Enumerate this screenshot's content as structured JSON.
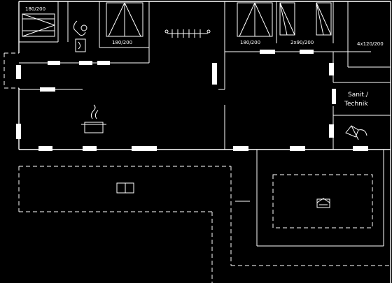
{
  "plan": {
    "labels": {
      "bed_top_left": "180/200",
      "bed_1": "180/200",
      "bed_2": "180/200",
      "bed_3": "2x90/200",
      "bed_4": "4x120/200",
      "tech_line1": "Sanit./",
      "tech_line2": "Technik"
    },
    "icons": {
      "sink": "sink-icon",
      "shower": "shower-icon",
      "stove": "stove-icon",
      "fireplace": "fireplace-icon",
      "radiator": "radiator-icon",
      "bed": "bed-icon",
      "table": "table-icon"
    }
  }
}
